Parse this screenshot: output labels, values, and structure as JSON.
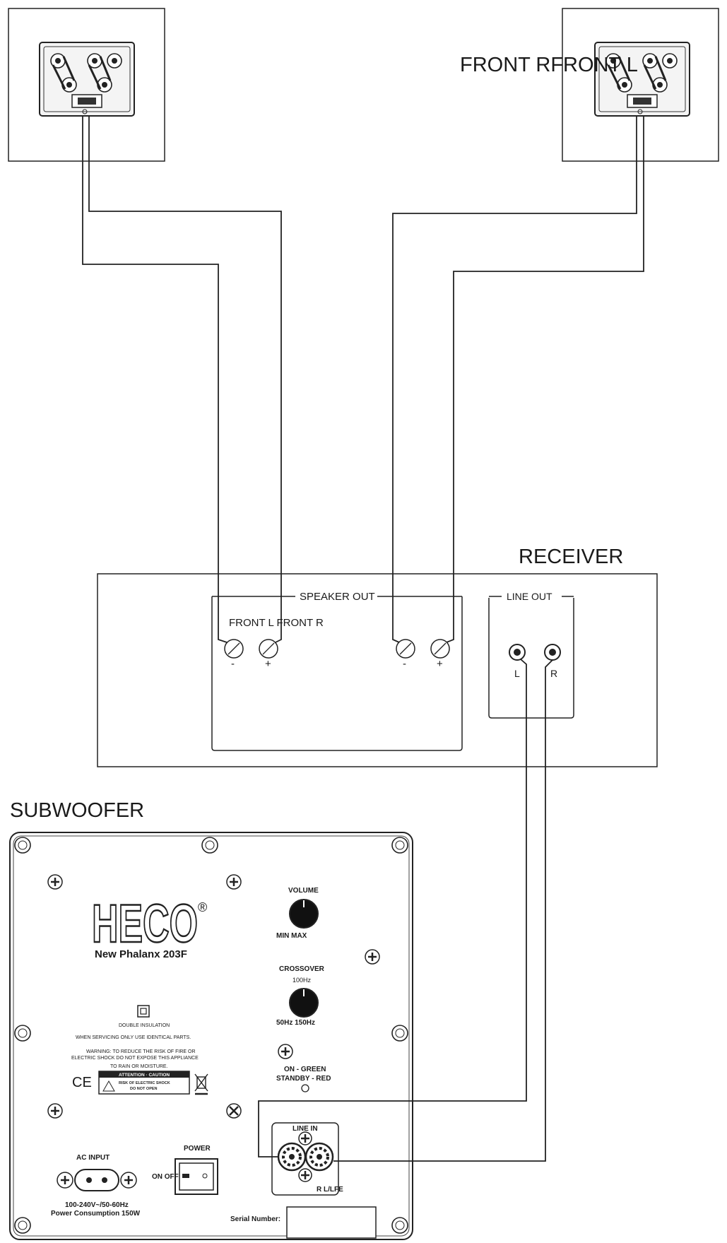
{
  "labels": {
    "front_speaker_labels": "FRONT RFRONT L",
    "receiver": "RECEIVER",
    "speaker_out": "SPEAKER OUT",
    "front_lr": "FRONT L FRONT R",
    "line_out": "LINE OUT",
    "minus": "-",
    "plus": "+",
    "out_l": "L",
    "out_r": "R",
    "subwoofer": "SUBWOOFER"
  },
  "subwoofer_panel": {
    "brand": "HECO",
    "registered": "®",
    "model": "New Phalanx 203F",
    "volume": "VOLUME",
    "volume_range": "MIN MAX",
    "crossover": "CROSSOVER",
    "crossover_mid": "100Hz",
    "crossover_range": "50Hz 150Hz",
    "led_status_1": "ON - GREEN",
    "led_status_2": "STANDBY - RED",
    "double_insulation": "DOUBLE INSULATION",
    "servicing": "WHEN SERVICING ONLY USE IDENTICAL PARTS.",
    "warning_1": "WARNING: TO REDUCE THE RISK OF FIRE OR",
    "warning_2": "ELECTRIC SHOCK DO NOT EXPOSE THIS APPLIANCE",
    "warning_3": "TO RAIN OR MOISTURE.",
    "ce_mark": "CE",
    "attention": "ATTENTION · CAUTION",
    "shock_1": "RISK OF ELECTRIC SHOCK",
    "shock_2": "DO NOT OPEN",
    "ac_input": "AC INPUT",
    "power": "POWER",
    "on_off": "ON OFF",
    "line_in": "LINE IN",
    "rl_lfe": "R L/LFE",
    "voltage": "100-240V~/50-60Hz",
    "consumption": "Power Consumption 150W",
    "serial": "Serial Number:"
  }
}
